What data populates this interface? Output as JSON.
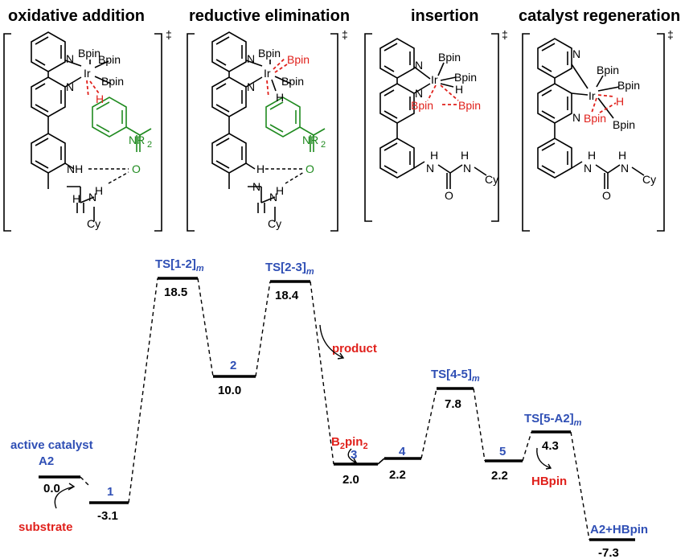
{
  "panels": [
    {
      "title": "oxidative addition",
      "dagger": "‡",
      "atoms": {
        "N1": "N",
        "N2": "N",
        "Ir": "Ir",
        "B1": "Bpin",
        "B2": "Bpin",
        "B3": "Bpin",
        "H": "H",
        "NR2": "NR",
        "NR2sub": "2",
        "O": "O",
        "NH1": "NH",
        "NH2": "N",
        "Hb": "H",
        "Cy": "Cy",
        "Ha": "H"
      }
    },
    {
      "title": "reductive elimination",
      "dagger": "‡",
      "atoms": {
        "N1": "N",
        "N2": "N",
        "Ir": "Ir",
        "B1": "Bpin",
        "B2": "Bpin",
        "B3": "Bpin",
        "H": "H",
        "NR2": "NR",
        "NR2sub": "2",
        "O": "O",
        "NH1": "H",
        "NH2": "N",
        "Hb": "H",
        "Cy": "Cy",
        "N3": "N"
      }
    },
    {
      "title": "insertion",
      "dagger": "‡",
      "atoms": {
        "N1": "N",
        "N2": "N",
        "Ir": "Ir",
        "B1": "Bpin",
        "B2": "Bpin",
        "H": "H",
        "B3": "Bpin",
        "B4": "Bpin",
        "H1": "H",
        "N3": "N",
        "O": "O",
        "H2": "H",
        "N4": "N",
        "Cy": "Cy"
      }
    },
    {
      "title": "catalyst regeneration",
      "dagger": "‡",
      "atoms": {
        "N1": "N",
        "N2": "N",
        "Ir": "Ir",
        "B1": "Bpin",
        "B2": "Bpin",
        "H": "H",
        "B3": "Bpin",
        "B4": "Bpin",
        "H1": "H",
        "N3": "N",
        "O": "O",
        "H2": "H",
        "N4": "N",
        "Cy": "Cy"
      }
    }
  ],
  "profile": {
    "levels": [
      {
        "id": "A2",
        "energy": "0.0",
        "label": "A2",
        "extra": "active catalyst"
      },
      {
        "id": "1",
        "energy": "-3.1",
        "label": "1"
      },
      {
        "id": "TS12",
        "energy": "18.5",
        "label": "TS[1-2]",
        "sub": "m"
      },
      {
        "id": "2",
        "energy": "10.0",
        "label": "2"
      },
      {
        "id": "TS23",
        "energy": "18.4",
        "label": "TS[2-3]",
        "sub": "m"
      },
      {
        "id": "3",
        "energy": "2.0",
        "label": "3"
      },
      {
        "id": "4",
        "energy": "2.2",
        "label": "4"
      },
      {
        "id": "TS45",
        "energy": "7.8",
        "label": "TS[4-5]",
        "sub": "m"
      },
      {
        "id": "5",
        "energy": "2.2",
        "label": "5"
      },
      {
        "id": "TS5A2",
        "energy": "4.3",
        "label": "TS[5-A2]",
        "sub": "m"
      },
      {
        "id": "A2HBpin",
        "energy": "-7.3",
        "label": "A2+HBpin"
      }
    ],
    "annotations": {
      "substrate": "substrate",
      "product": "product",
      "b2pin2_a": "B",
      "b2pin2_b": "2",
      "b2pin2_c": "pin",
      "b2pin2_d": "2",
      "hbpin": "HBpin"
    },
    "colors": {
      "label": "#2f4fb5",
      "annotation": "#e0201b",
      "ligand": "#1f8a1f",
      "level": "#000000"
    }
  }
}
